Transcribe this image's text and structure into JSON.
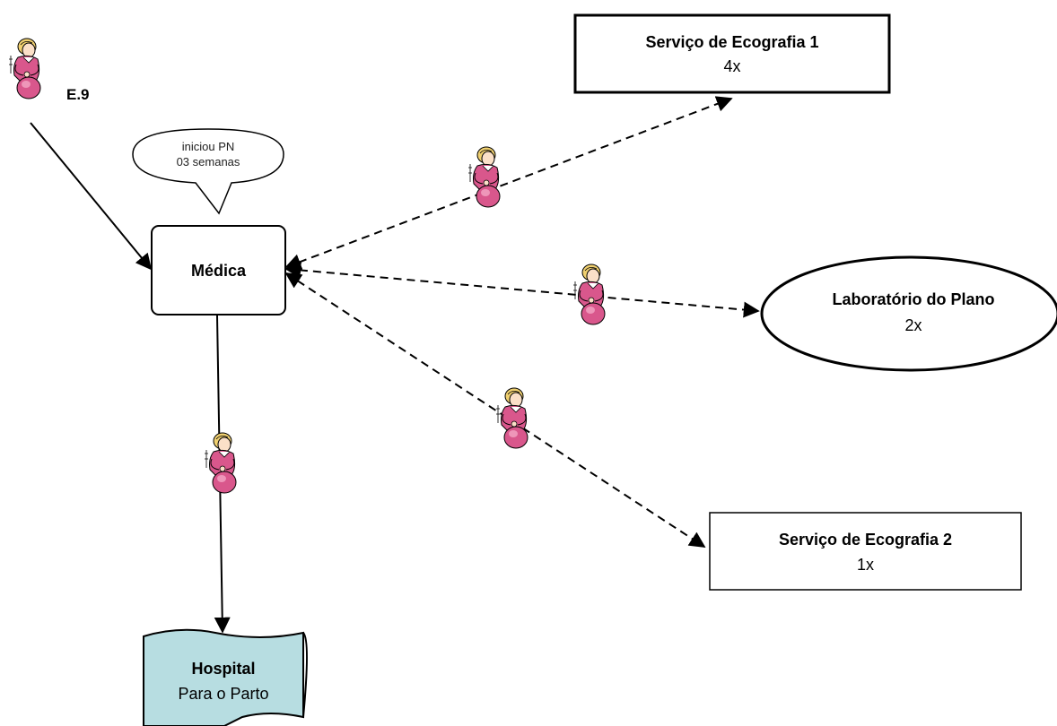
{
  "patient": {
    "label": "E.9"
  },
  "bubble": {
    "line1": "iniciou PN",
    "line2": "03 semanas"
  },
  "medica": {
    "label": "Médica"
  },
  "eco1": {
    "title": "Serviço de Ecografia 1",
    "count": "4x"
  },
  "lab": {
    "title": "Laboratório do Plano",
    "count": "2x"
  },
  "eco2": {
    "title": "Serviço de Ecografia 2",
    "count": "1x"
  },
  "hospital": {
    "title": "Hospital",
    "subtitle": "Para o Parto"
  },
  "icons": {
    "pregnant_woman": "pregnant-woman-icon"
  },
  "colors": {
    "woman_dress": "#d9578c",
    "woman_dress_light": "#f3a6c4",
    "woman_hair": "#f0d070",
    "woman_skin": "#fbe0c8",
    "hospital_fill": "#b7dde1",
    "stroke": "#000000"
  }
}
